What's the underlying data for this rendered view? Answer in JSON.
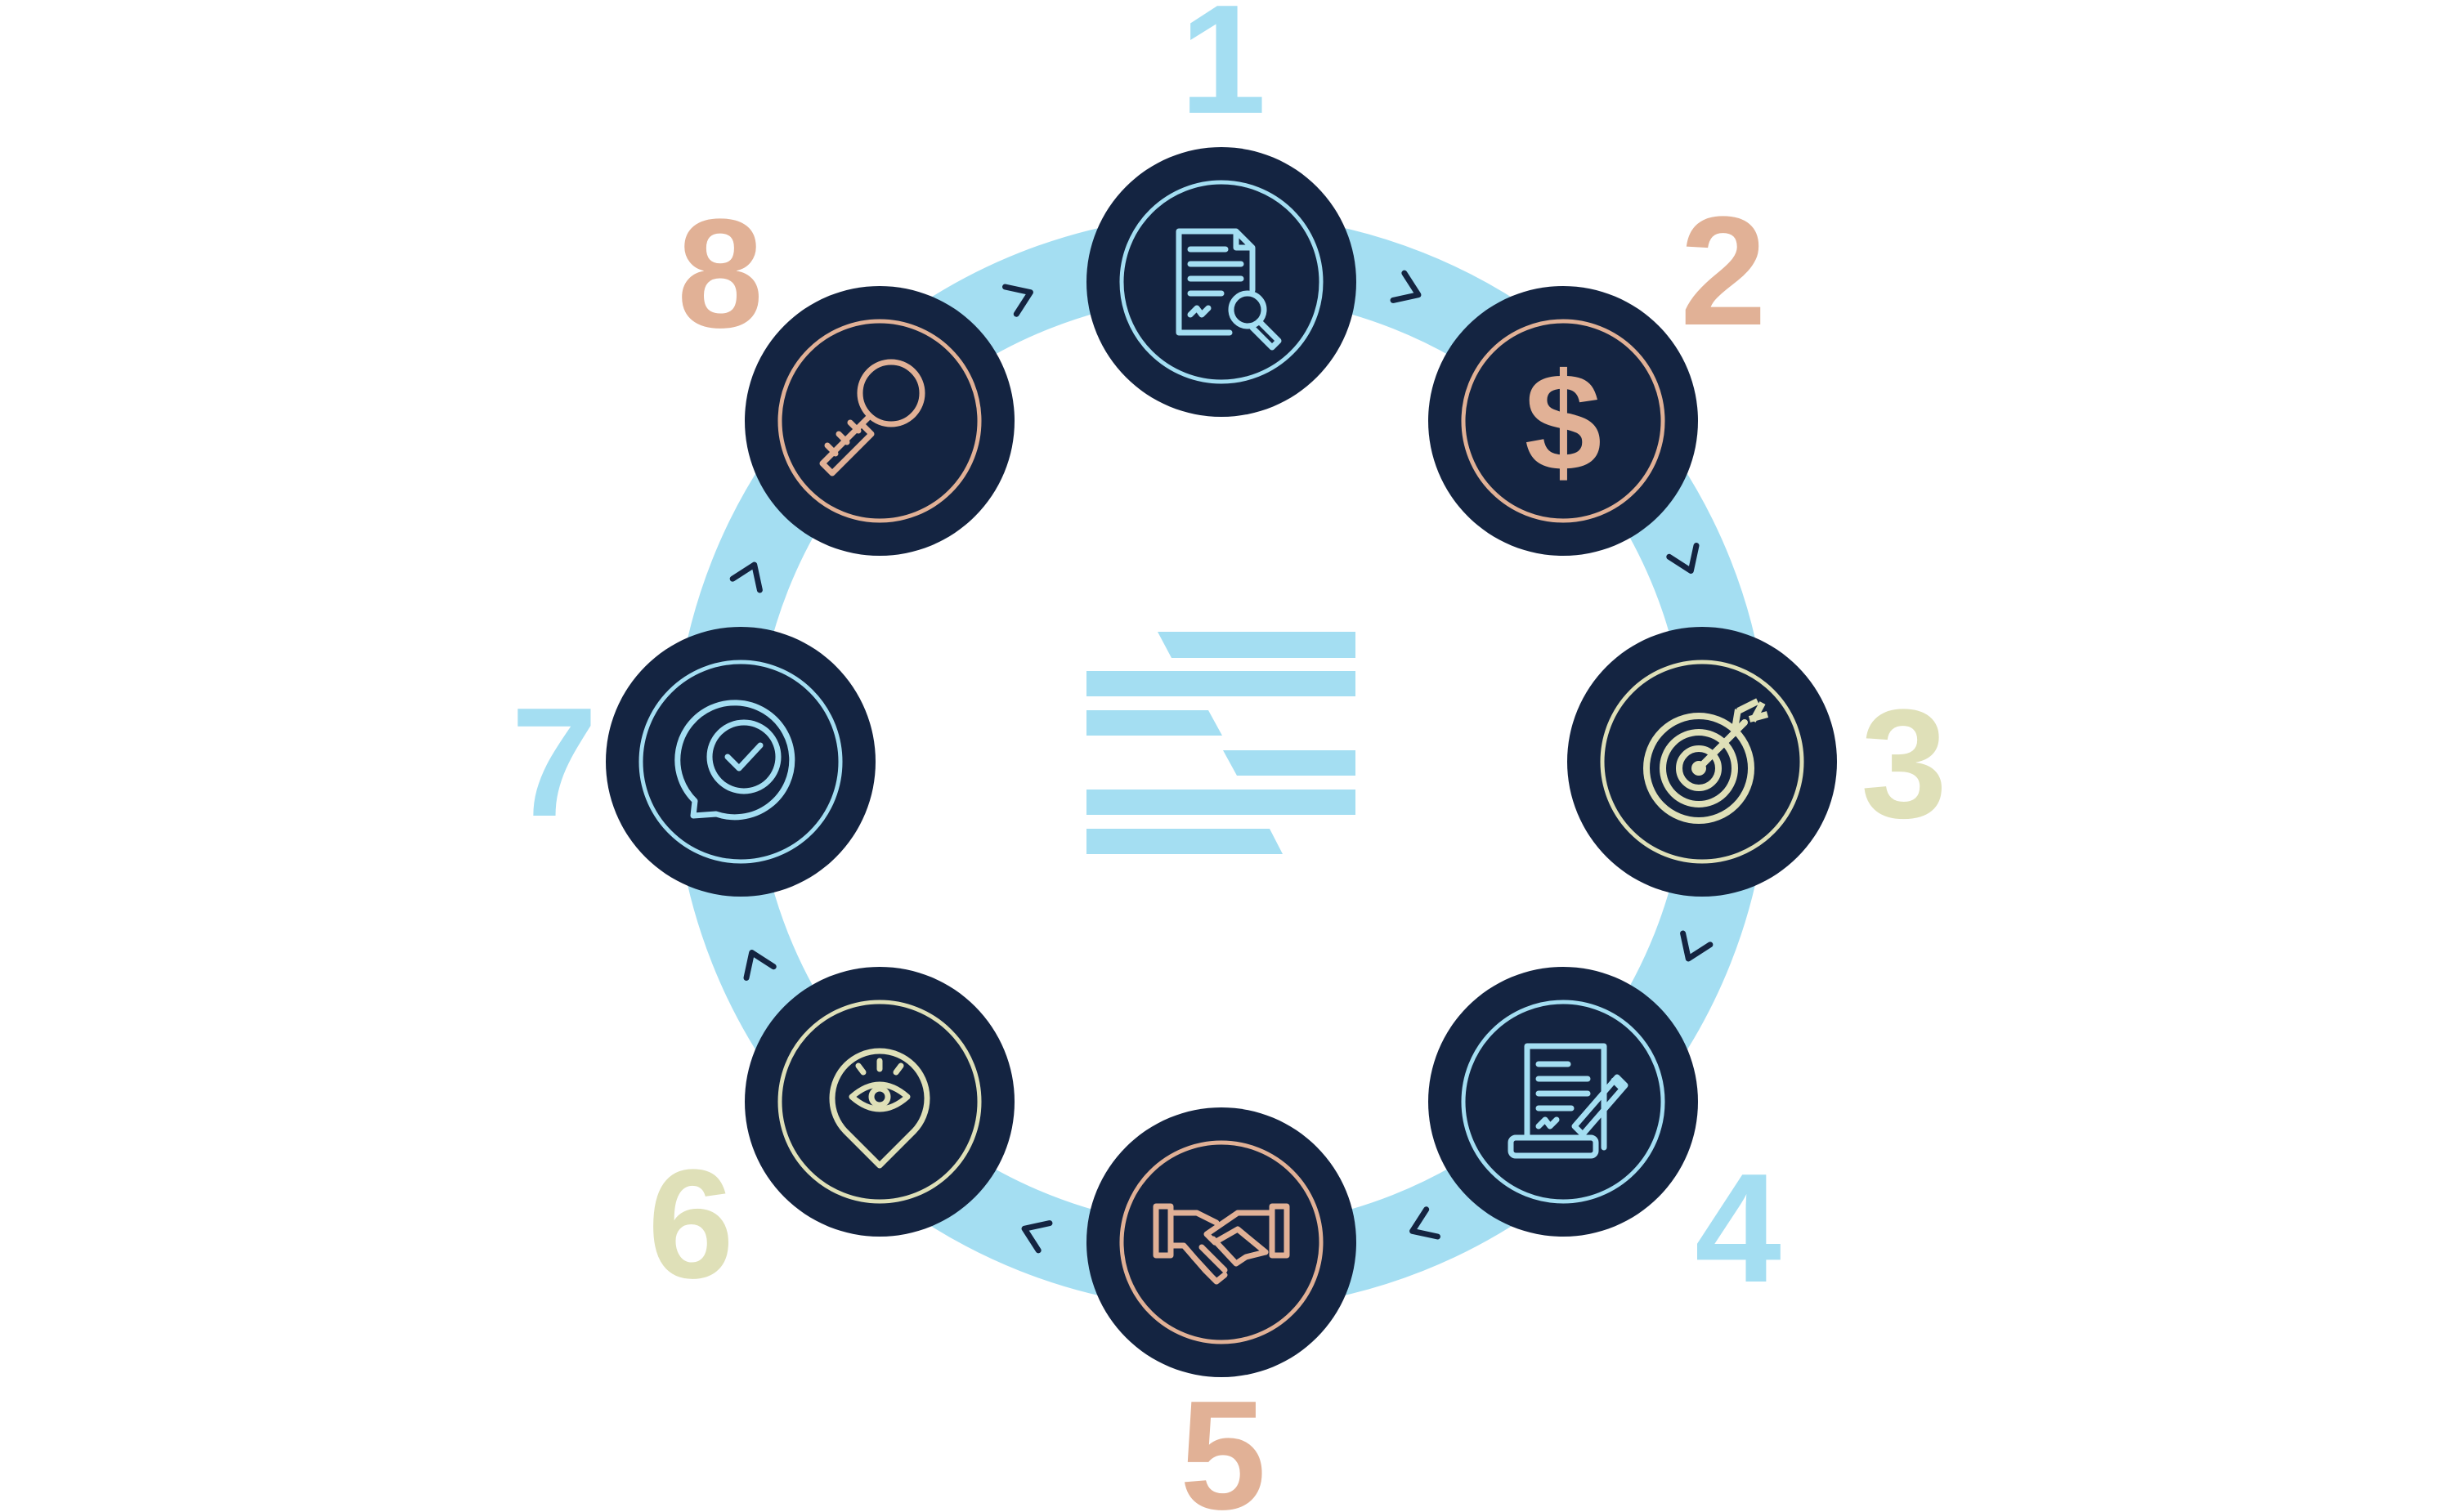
{
  "colors": {
    "ring": "#a4def2",
    "node_fill": "#142441",
    "arrow": "#142441",
    "blue": "#a4def2",
    "peach": "#e1b196",
    "sage": "#dfe0b8"
  },
  "center_icon": "text-align-lines-icon",
  "steps": [
    {
      "number": "1",
      "color": "blue",
      "icon": "document-search-icon"
    },
    {
      "number": "2",
      "color": "peach",
      "icon": "dollar-icon"
    },
    {
      "number": "3",
      "color": "sage",
      "icon": "target-icon"
    },
    {
      "number": "4",
      "color": "blue",
      "icon": "contract-sign-icon"
    },
    {
      "number": "5",
      "color": "peach",
      "icon": "handshake-icon"
    },
    {
      "number": "6",
      "color": "sage",
      "icon": "eye-location-pin-icon"
    },
    {
      "number": "7",
      "color": "blue",
      "icon": "chat-check-icon"
    },
    {
      "number": "8",
      "color": "peach",
      "icon": "magnifier-icon"
    }
  ],
  "connectors": [
    "chevron-icon",
    "chevron-icon",
    "chevron-icon",
    "chevron-icon",
    "chevron-icon",
    "chevron-icon",
    "chevron-icon",
    "chevron-icon"
  ]
}
